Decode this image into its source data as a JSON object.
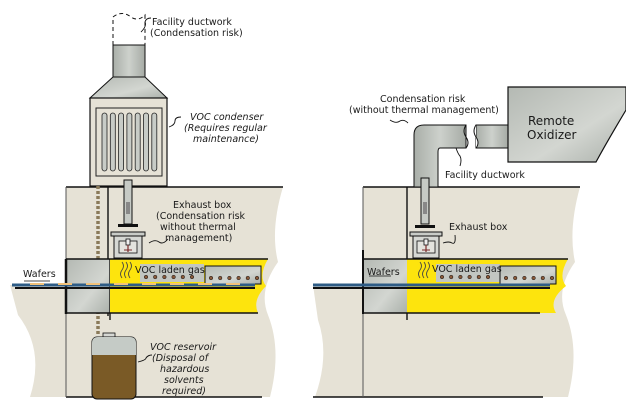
{
  "colors": {
    "wall": "#e6e2d6",
    "duct_gray": "#b9bdb8",
    "yellow_chamber": "#fde40d",
    "blue_belt": "#2e5c86",
    "solvent_brown": "#7a5a26",
    "outline": "#111111"
  },
  "left_diagram": {
    "labels": {
      "facility_ductwork": [
        "Facility ductwork",
        "(Condensation risk)"
      ],
      "voc_condenser": [
        "VOC condenser",
        "(Requires regular",
        "maintenance)"
      ],
      "exhaust_box": [
        "Exhaust box",
        "(Condensation risk",
        "without thermal",
        "management)"
      ],
      "voc_gas": "VOC laden gas",
      "wafers": "Wafers",
      "voc_reservoir": [
        "VOC reservoir",
        "(Disposal of",
        "hazardous",
        "solvents",
        "required)"
      ]
    }
  },
  "right_diagram": {
    "labels": {
      "condensation_risk": [
        "Condensation risk",
        "(without thermal management)"
      ],
      "remote_oxidizer": [
        "Remote",
        "Oxidizer"
      ],
      "facility_ductwork": "Facility ductwork",
      "exhaust_box": "Exhaust box",
      "voc_gas": "VOC laden gas",
      "wafers": "Wafers"
    }
  }
}
